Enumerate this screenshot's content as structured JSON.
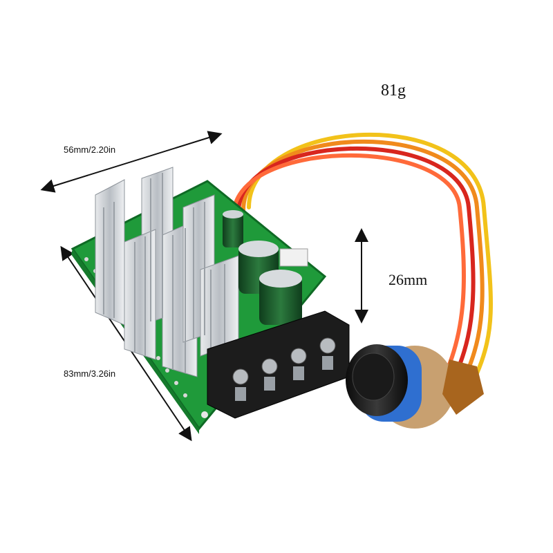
{
  "labels": {
    "weight": "81g",
    "thickness": "26mm",
    "width": "56mm/2.20in",
    "length": "83mm/3.26in"
  },
  "colors": {
    "pcb_green": "#1f9a3a",
    "heatsink": "#c9cdd2",
    "terminal": "#1c1c1c",
    "knob": "#1a1a1a",
    "knob_ring": "#2f6fd0",
    "wire_red": "#d8261e",
    "wire_orange": "#f08a1c",
    "wire_yellow": "#f2c21a",
    "capacitor": "#1e5a2c"
  }
}
